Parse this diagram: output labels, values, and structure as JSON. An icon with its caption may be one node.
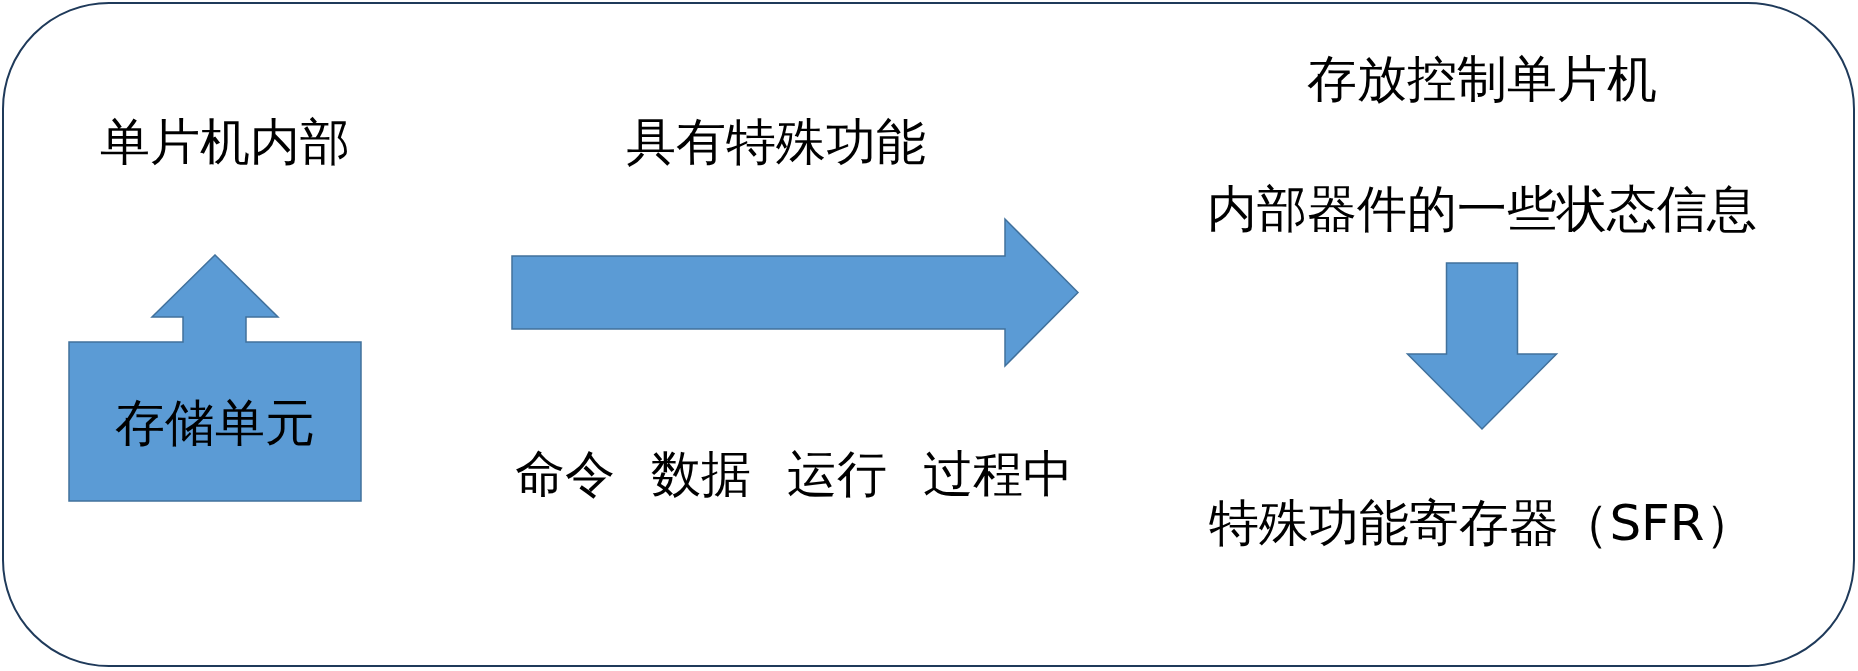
{
  "diagram": {
    "nodes": [
      {
        "text": [],
        "shape": "box"
      },
      {
        "text": [
          "存储单元"
        ],
        "in": 0
      },
      {
        "text": [
          "存放控制单片机",
          "内部器件的一些状态信息"
        ],
        "in": 0
      },
      {
        "text": [
          "特殊功能寄存器（SFR）"
        ],
        "in": 0
      }
    ],
    "edges": [
      {
        "from": 2,
        "to": 3,
        "arrow": "to"
      }
    ],
    "labels": [
      "单片机内部",
      "具有特殊功能",
      "命令 数据 运行 过程中"
    ]
  }
}
